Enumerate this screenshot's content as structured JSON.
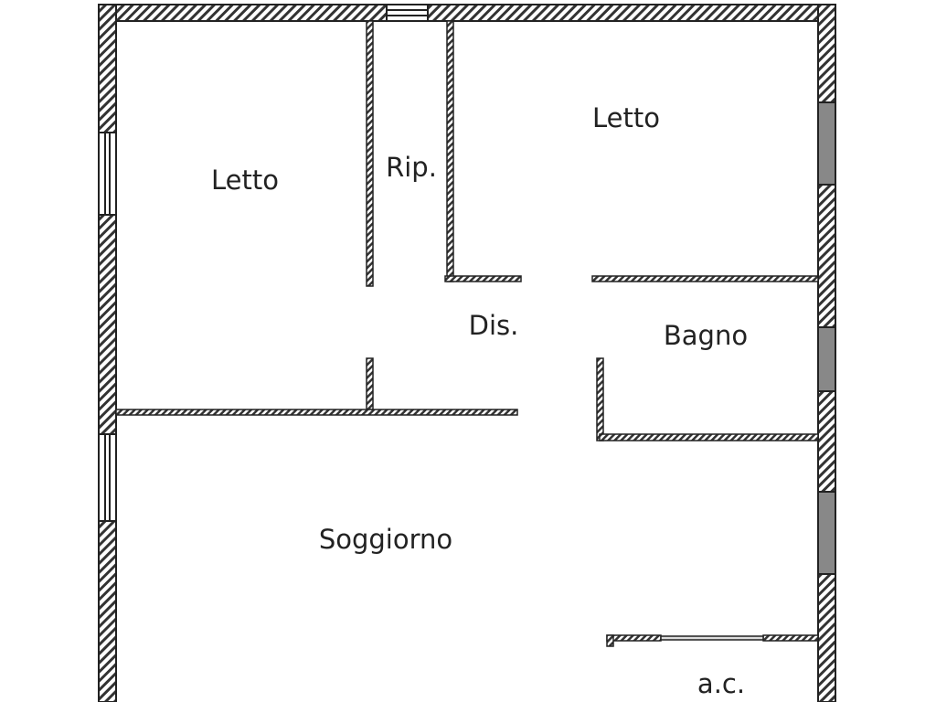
{
  "floorplan": {
    "rooms": [
      {
        "label": "Letto"
      },
      {
        "label": "Rip."
      },
      {
        "label": "Letto"
      },
      {
        "label": "Dis."
      },
      {
        "label": "Bagno"
      },
      {
        "label": "Soggiorno"
      },
      {
        "label": "a.c."
      }
    ]
  },
  "colors": {
    "wall": "#222222",
    "window": "#888888",
    "background": "#ffffff"
  }
}
